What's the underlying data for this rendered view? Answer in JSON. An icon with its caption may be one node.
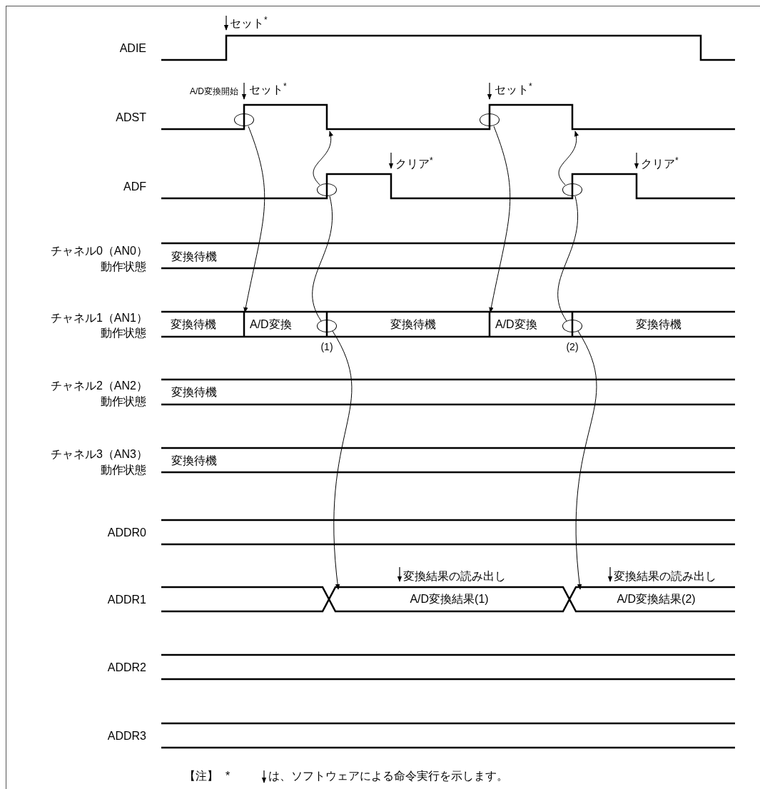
{
  "diagram": {
    "nodes": [
      {
        "text": [],
        "shape": "waveform"
      },
      {
        "text": [],
        "shape": "circle",
        "in": 0
      },
      {
        "text": [],
        "shape": "circle",
        "in": 0
      },
      {
        "text": [],
        "shape": "waveform"
      },
      {
        "text": [],
        "shape": "circle",
        "in": 3
      },
      {
        "text": [],
        "shape": "circle",
        "in": 3
      },
      {
        "text": [
          "変換待機"
        ]
      },
      {
        "text": [
          "A/D変換"
        ]
      },
      {
        "text": [
          "変換待機"
        ]
      },
      {
        "text": [
          "A/D変換"
        ]
      },
      {
        "text": [
          "変換待機"
        ]
      },
      {
        "text": [],
        "shape": "circle",
        "beside": [
          "(1)"
        ]
      },
      {
        "text": [],
        "shape": "circle",
        "beside": [
          "(2)"
        ]
      },
      {
        "text": [
          "A/D変換結果(1)"
        ]
      },
      {
        "text": [
          "A/D変換結果(2)"
        ]
      }
    ],
    "edges": [
      {
        "from": 1,
        "to": 7,
        "arrow": "to"
      },
      {
        "from": 4,
        "to": 0,
        "arrow": "to"
      },
      {
        "from": 11,
        "to": 4,
        "arrow": "none"
      },
      {
        "from": 11,
        "to": 13,
        "arrow": "to"
      },
      {
        "from": 2,
        "to": 9,
        "arrow": "to"
      },
      {
        "from": 5,
        "to": 0,
        "arrow": "to"
      },
      {
        "from": 12,
        "to": 5,
        "arrow": "none"
      },
      {
        "from": 12,
        "to": 14,
        "arrow": "to"
      }
    ],
    "labels": [
      "ADIE",
      "セット$^{*}$",
      "A/D変換開始",
      "セット$^{*}$",
      "セット$^{*}$",
      "ADST",
      "クリア$^{*}$",
      "クリア$^{*}$",
      "ADF",
      "チャネル0（AN0）",
      "動作状態",
      "変換待機",
      "チャネル1（AN1）",
      "動作状態",
      "チャネル2（AN2）",
      "動作状態",
      "変換待機",
      "チャネル3（AN3）",
      "動作状態",
      "変換待機",
      "ADDR0",
      "変換結果の読み出し",
      "変換結果の読み出し",
      "ADDR1",
      "ADDR2",
      "ADDR3",
      "【注】",
      "*",
      "は、ソフトウェアによる命令実行を示します。"
    ]
  }
}
